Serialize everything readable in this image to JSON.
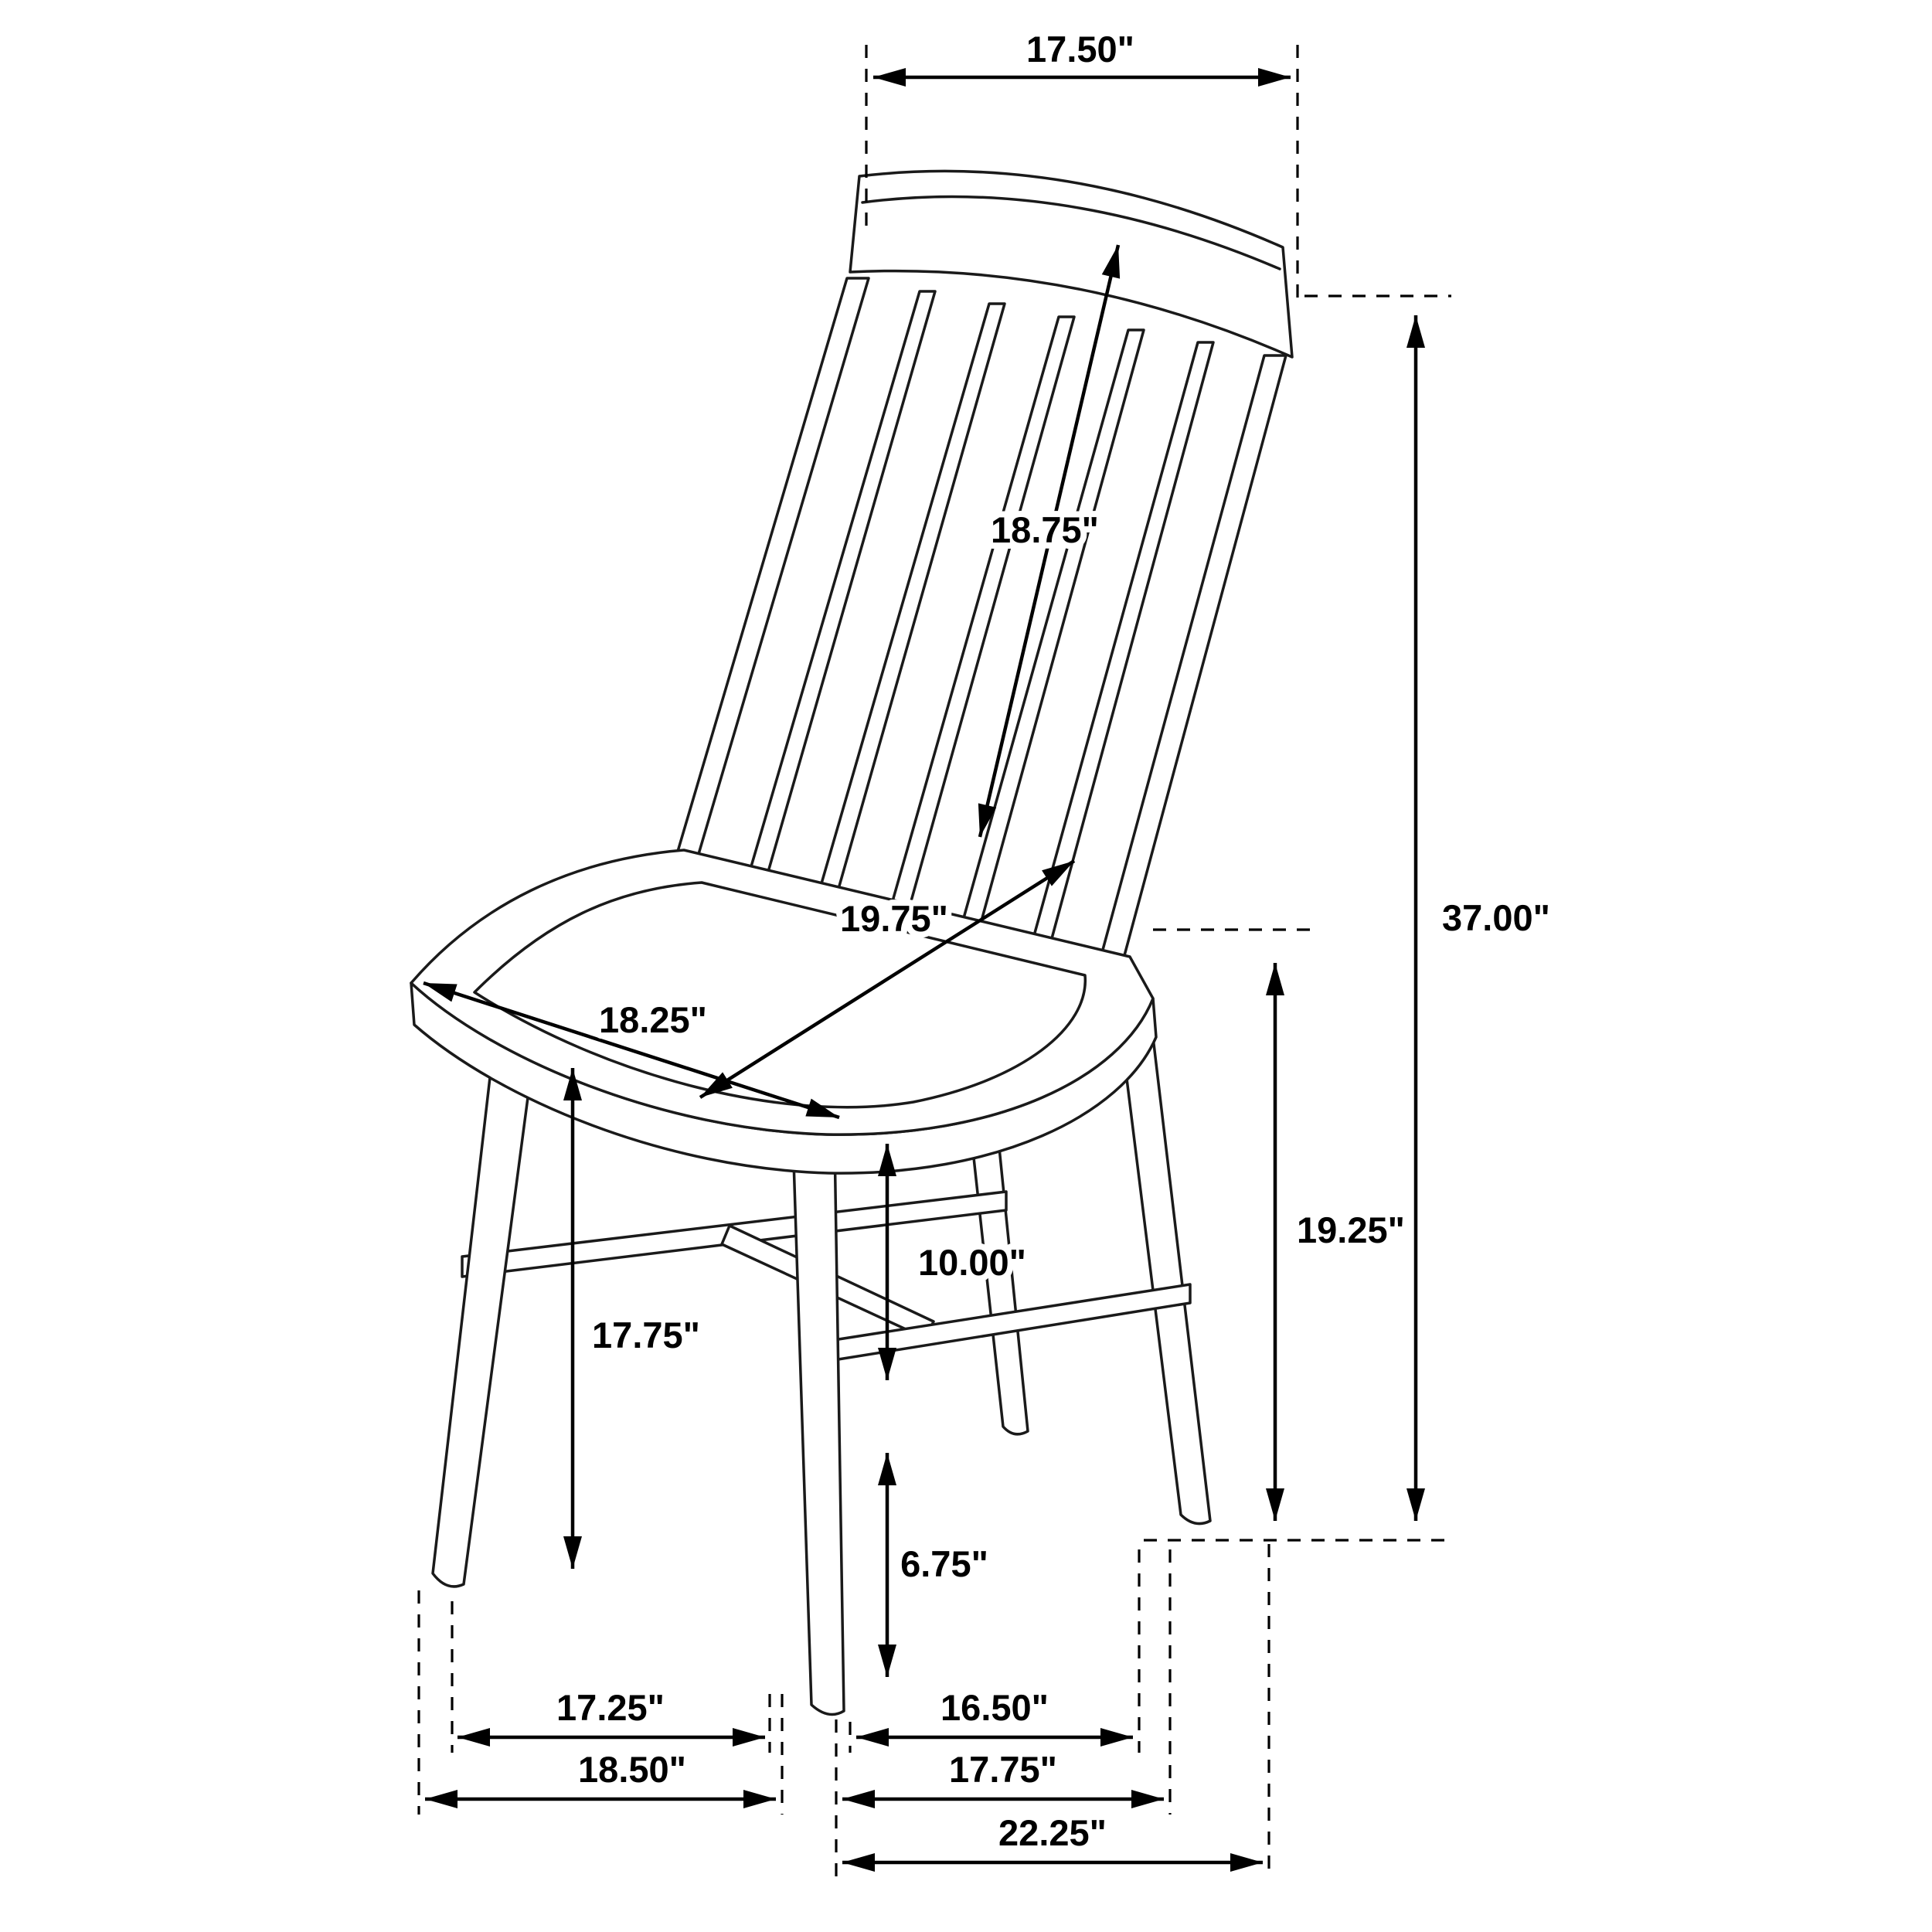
{
  "page": {
    "background": "#ffffff",
    "line_color": "#1a1a1a",
    "text_color": "#000000"
  },
  "diagram": {
    "type": "product-dimension-drawing",
    "subject": "windsor-style spindle-back dining side chair",
    "unit": "inches",
    "dimensions": {
      "top_width": "17.50\"",
      "backrest_length": "18.75\"",
      "overall_height": "37.00\"",
      "seat_depth": "19.75\"",
      "seat_width": "18.25\"",
      "seat_height": "19.25\"",
      "seat_to_stretcher": "10.00\"",
      "leg_height": "17.75\"",
      "stretcher_to_floor": "6.75\"",
      "front_leg_inner_span": "17.25\"",
      "side_leg_inner_span": "16.50\"",
      "front_leg_outer_span": "18.50\"",
      "side_leg_mid_span": "17.75\"",
      "overall_depth": "22.25\""
    }
  }
}
